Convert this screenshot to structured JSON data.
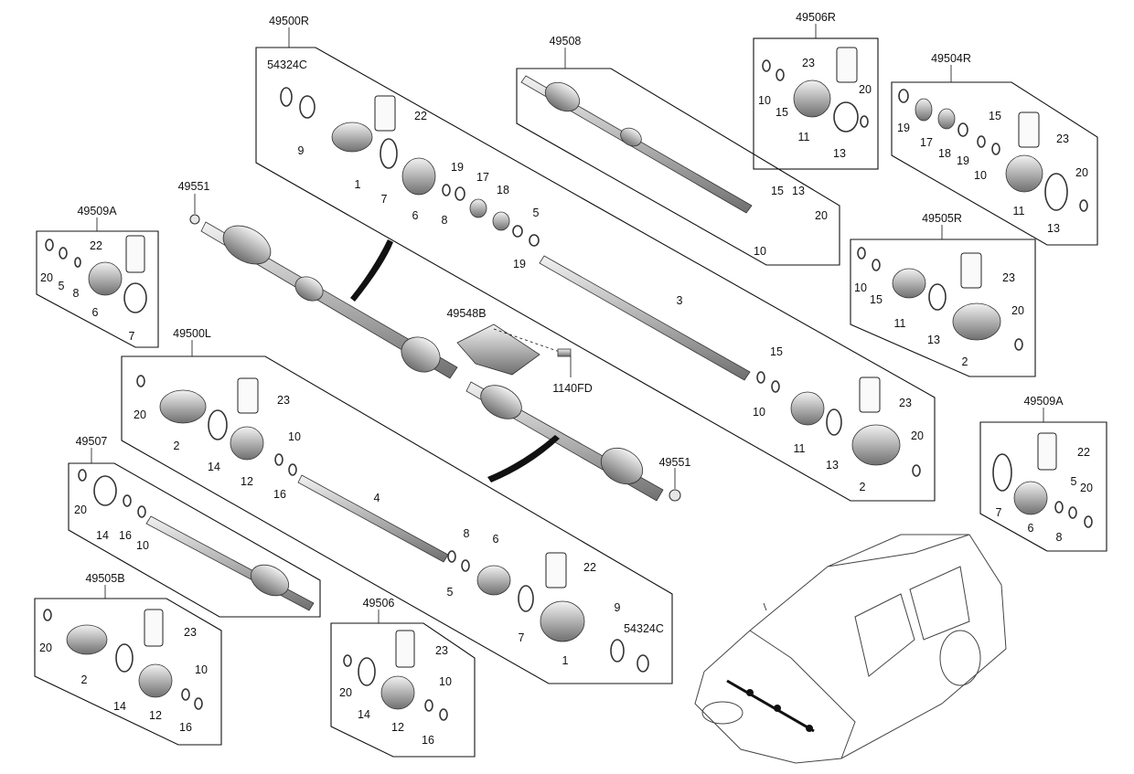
{
  "labels": {
    "assy_rh": "49500R",
    "assy_lh": "49500L",
    "shaft_rh": "49508",
    "shaft_lh": "49507",
    "kit_49506R": "49506R",
    "kit_49504R": "49504R",
    "kit_49505R": "49505R",
    "kit_49509A_left": "49509A",
    "kit_49509A_right": "49509A",
    "kit_49505B": "49505B",
    "kit_49506": "49506",
    "bracket": "49548B",
    "bolt": "1140FD",
    "nut_top": "49551",
    "nut_bottom": "49551",
    "ring_top": "54324C",
    "ring_bottom": "54324C"
  },
  "part_numbers": {
    "p1": "1",
    "p2": "2",
    "p3": "3",
    "p4": "4",
    "p5": "5",
    "p6": "6",
    "p7": "7",
    "p8": "8",
    "p9": "9",
    "p10": "10",
    "p11": "11",
    "p12": "12",
    "p13": "13",
    "p14": "14",
    "p15": "15",
    "p16": "16",
    "p17": "17",
    "p18": "18",
    "p19": "19",
    "p20": "20",
    "p22": "22",
    "p23": "23"
  }
}
